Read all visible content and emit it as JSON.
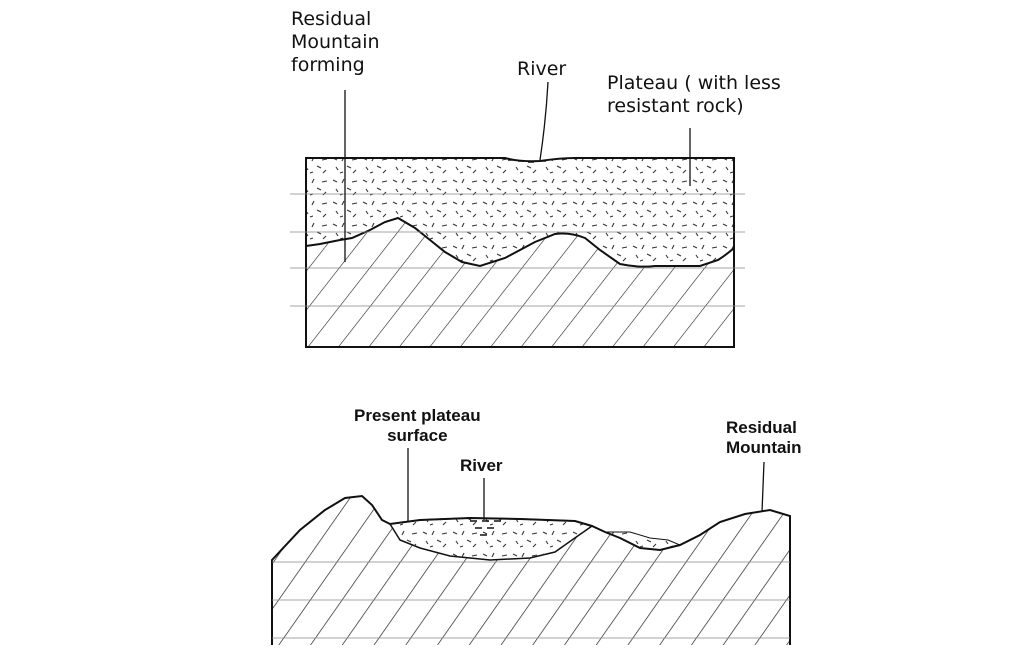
{
  "top_diagram": {
    "labels": {
      "residual_mountain_forming": [
        "Residual",
        "Mountain",
        "forming"
      ],
      "river": "River",
      "plateau": [
        "Plateau  ( with less",
        "resistant rock)"
      ]
    }
  },
  "bottom_diagram": {
    "labels": {
      "present_plateau_surface": [
        "Present plateau",
        "surface"
      ],
      "river": "River",
      "residual_mountain": [
        "Residual",
        "Mountain"
      ]
    }
  }
}
